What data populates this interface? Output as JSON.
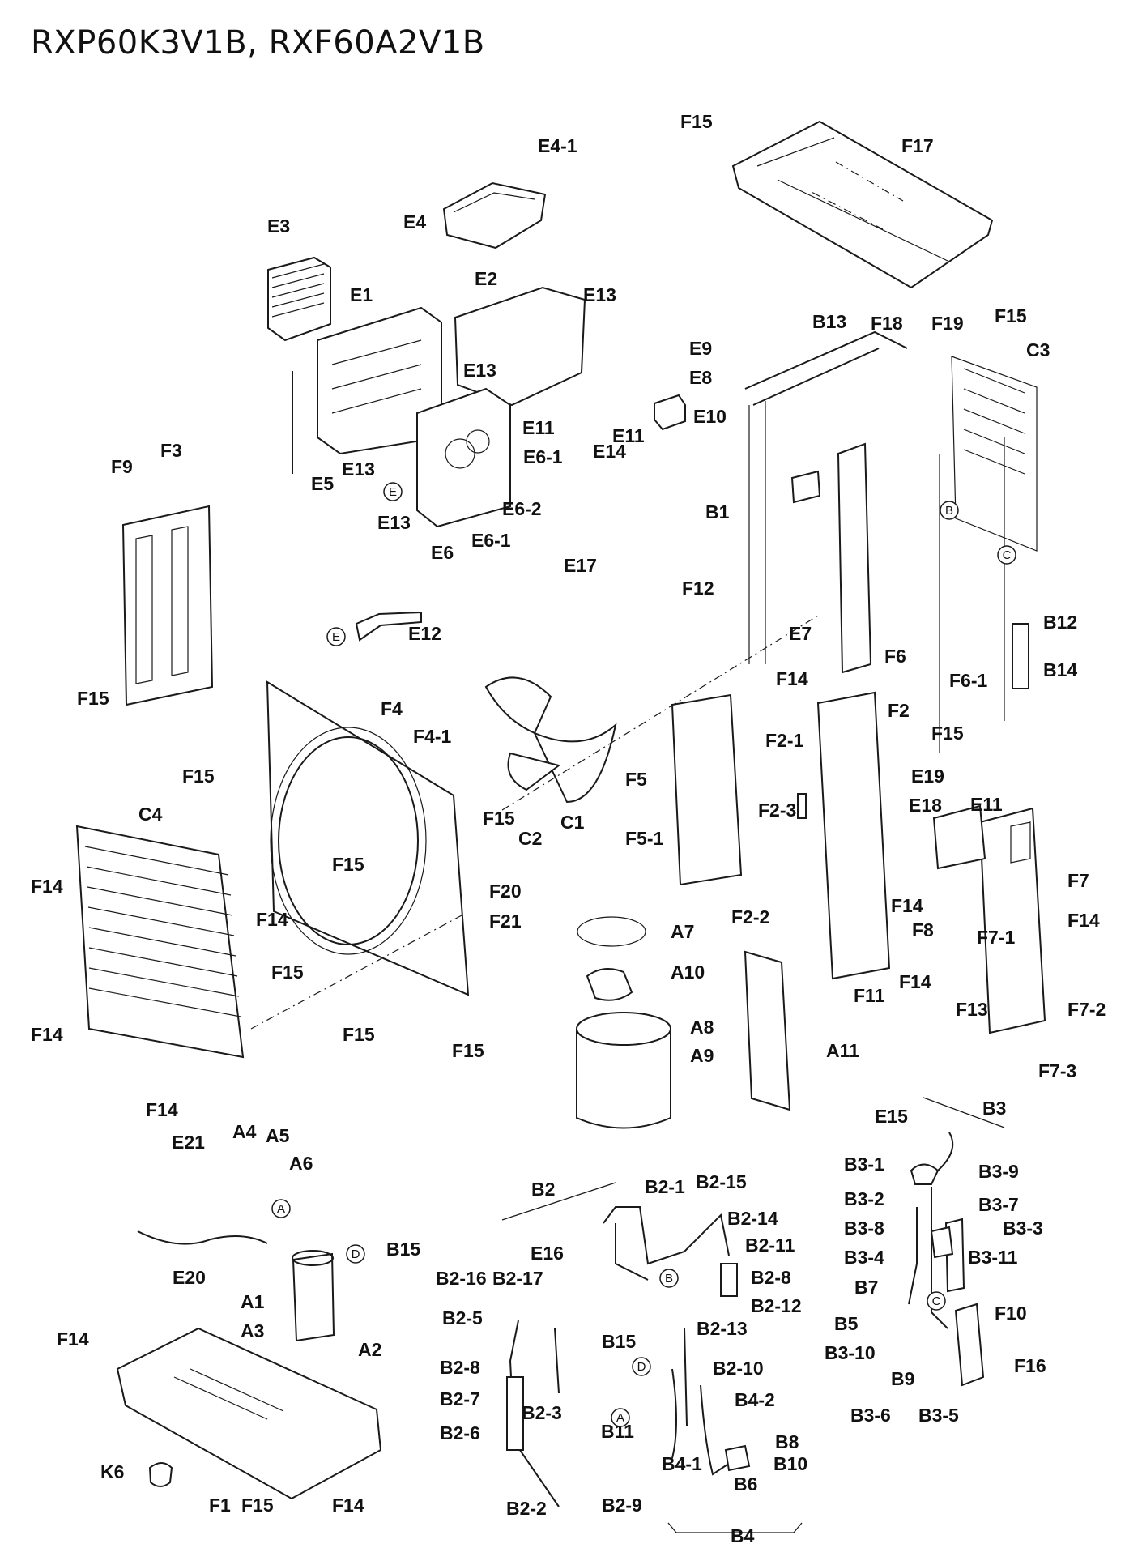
{
  "title": "RXP60K3V1B, RXF60A2V1B",
  "labels": [
    [
      "E4-1",
      664,
      188
    ],
    [
      "E4",
      498,
      282
    ],
    [
      "E3",
      330,
      287
    ],
    [
      "E1",
      432,
      372
    ],
    [
      "E2",
      586,
      352
    ],
    [
      "E13",
      720,
      372
    ],
    [
      "E13",
      572,
      465
    ],
    [
      "E13",
      422,
      587
    ],
    [
      "E13",
      466,
      653
    ],
    [
      "E9",
      851,
      438
    ],
    [
      "E8",
      851,
      474
    ],
    [
      "E10",
      856,
      522
    ],
    [
      "E11",
      645,
      536
    ],
    [
      "E11",
      756,
      546
    ],
    [
      "E14",
      732,
      565
    ],
    [
      "E6-1",
      646,
      572
    ],
    [
      "E6-2",
      620,
      636
    ],
    [
      "E6-1",
      582,
      675
    ],
    [
      "E6",
      532,
      690
    ],
    [
      "E17",
      696,
      706
    ],
    [
      "E5",
      384,
      605
    ],
    [
      "E12",
      504,
      790
    ],
    [
      "F15",
      840,
      158
    ],
    [
      "F17",
      1113,
      188
    ],
    [
      "F15",
      1228,
      398
    ],
    [
      "F18",
      1075,
      407
    ],
    [
      "F19",
      1150,
      407
    ],
    [
      "C3",
      1267,
      440
    ],
    [
      "B13",
      1003,
      405
    ],
    [
      "B1",
      871,
      640
    ],
    [
      "F12",
      842,
      734
    ],
    [
      "E7",
      974,
      790
    ],
    [
      "F14",
      958,
      846
    ],
    [
      "F6",
      1092,
      818
    ],
    [
      "F6-1",
      1172,
      848
    ],
    [
      "B12",
      1288,
      776
    ],
    [
      "B14",
      1288,
      835
    ],
    [
      "F9",
      137,
      584
    ],
    [
      "F3",
      198,
      564
    ],
    [
      "F15",
      95,
      870
    ],
    [
      "F4",
      470,
      883
    ],
    [
      "F4-1",
      510,
      917
    ],
    [
      "F15",
      225,
      966
    ],
    [
      "C1",
      692,
      1023
    ],
    [
      "C2",
      640,
      1043
    ],
    [
      "F15",
      596,
      1018
    ],
    [
      "F15",
      410,
      1075
    ],
    [
      "F20",
      604,
      1108
    ],
    [
      "F21",
      604,
      1145
    ],
    [
      "C4",
      171,
      1013
    ],
    [
      "F14",
      38,
      1102
    ],
    [
      "F14",
      316,
      1143
    ],
    [
      "F15",
      335,
      1208
    ],
    [
      "F14",
      38,
      1285
    ],
    [
      "F15",
      423,
      1285
    ],
    [
      "F15",
      558,
      1305
    ],
    [
      "F14",
      180,
      1378
    ],
    [
      "F2",
      1096,
      885
    ],
    [
      "F15",
      1150,
      913
    ],
    [
      "F2-1",
      945,
      922
    ],
    [
      "F5",
      772,
      970
    ],
    [
      "E19",
      1125,
      966
    ],
    [
      "E18",
      1122,
      1002
    ],
    [
      "E11",
      1198,
      1001
    ],
    [
      "F2-3",
      936,
      1008
    ],
    [
      "F5-1",
      772,
      1043
    ],
    [
      "F7",
      1318,
      1095
    ],
    [
      "F14",
      1100,
      1126
    ],
    [
      "F8",
      1126,
      1156
    ],
    [
      "F14",
      1318,
      1144
    ],
    [
      "F2-2",
      903,
      1140
    ],
    [
      "F7-1",
      1206,
      1165
    ],
    [
      "A7",
      828,
      1158
    ],
    [
      "F14",
      1110,
      1220
    ],
    [
      "F13",
      1180,
      1254
    ],
    [
      "F7-2",
      1318,
      1254
    ],
    [
      "A10",
      828,
      1208
    ],
    [
      "F11",
      1054,
      1237
    ],
    [
      "A8",
      852,
      1276
    ],
    [
      "A9",
      852,
      1311
    ],
    [
      "A11",
      1020,
      1305
    ],
    [
      "F7-3",
      1282,
      1330
    ],
    [
      "E15",
      1080,
      1386
    ],
    [
      "B3",
      1213,
      1376
    ],
    [
      "E21",
      212,
      1418
    ],
    [
      "A4",
      287,
      1405
    ],
    [
      "A5",
      328,
      1410
    ],
    [
      "A6",
      357,
      1444
    ],
    [
      "B3-1",
      1042,
      1445
    ],
    [
      "B3-9",
      1208,
      1454
    ],
    [
      "B2",
      656,
      1476
    ],
    [
      "B2-1",
      796,
      1473
    ],
    [
      "B2-15",
      859,
      1467
    ],
    [
      "B3-2",
      1042,
      1488
    ],
    [
      "B3-7",
      1208,
      1495
    ],
    [
      "B2-14",
      898,
      1512
    ],
    [
      "B3-8",
      1042,
      1524
    ],
    [
      "B3-3",
      1238,
      1524
    ],
    [
      "B2-11",
      920,
      1545
    ],
    [
      "E16",
      655,
      1555
    ],
    [
      "B15",
      477,
      1550
    ],
    [
      "B3-4",
      1042,
      1560
    ],
    [
      "B3-11",
      1195,
      1560
    ],
    [
      "E20",
      213,
      1585
    ],
    [
      "B2-16",
      538,
      1586
    ],
    [
      "B2-17",
      608,
      1586
    ],
    [
      "B2-8",
      927,
      1585
    ],
    [
      "B7",
      1055,
      1597
    ],
    [
      "B2-12",
      927,
      1620
    ],
    [
      "F10",
      1228,
      1629
    ],
    [
      "A1",
      297,
      1615
    ],
    [
      "B2-5",
      546,
      1635
    ],
    [
      "B5",
      1030,
      1642
    ],
    [
      "B2-13",
      860,
      1648
    ],
    [
      "A3",
      297,
      1651
    ],
    [
      "B15",
      743,
      1664
    ],
    [
      "A2",
      442,
      1674
    ],
    [
      "B3-10",
      1018,
      1678
    ],
    [
      "B2-8",
      543,
      1696
    ],
    [
      "B2-10",
      880,
      1697
    ],
    [
      "F16",
      1252,
      1694
    ],
    [
      "F14",
      70,
      1661
    ],
    [
      "B9",
      1100,
      1710
    ],
    [
      "B2-7",
      543,
      1735
    ],
    [
      "B4-2",
      907,
      1736
    ],
    [
      "B2-3",
      644,
      1752
    ],
    [
      "B3-6",
      1050,
      1755
    ],
    [
      "B3-5",
      1134,
      1755
    ],
    [
      "B2-6",
      543,
      1777
    ],
    [
      "B11",
      742,
      1775
    ],
    [
      "B8",
      957,
      1788
    ],
    [
      "B4-1",
      817,
      1815
    ],
    [
      "B10",
      955,
      1815
    ],
    [
      "K6",
      124,
      1825
    ],
    [
      "B6",
      906,
      1840
    ],
    [
      "F1",
      258,
      1866
    ],
    [
      "F15",
      298,
      1866
    ],
    [
      "F14",
      410,
      1866
    ],
    [
      "B2-2",
      625,
      1870
    ],
    [
      "B2-9",
      743,
      1866
    ],
    [
      "B4",
      902,
      1904
    ]
  ],
  "circle_markers": [
    [
      "E",
      485,
      607
    ],
    [
      "E",
      415,
      786
    ],
    [
      "B",
      1172,
      630
    ],
    [
      "C",
      1243,
      685
    ],
    [
      "A",
      347,
      1492
    ],
    [
      "D",
      439,
      1548
    ],
    [
      "B",
      826,
      1578
    ],
    [
      "D",
      792,
      1687
    ],
    [
      "C",
      1156,
      1606
    ],
    [
      "A",
      766,
      1750
    ]
  ]
}
